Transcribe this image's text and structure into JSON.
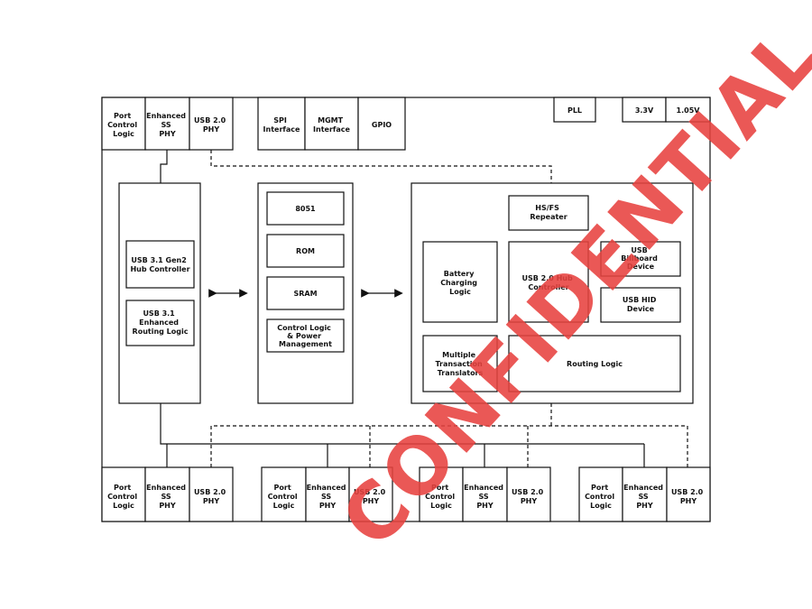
{
  "top_row": {
    "port_control_logic": [
      "Port",
      "Control",
      "Logic"
    ],
    "enhanced_ss_phy": [
      "Enhanced",
      "SS",
      "PHY"
    ],
    "usb20_phy": [
      "USB 2.0",
      "PHY"
    ],
    "spi_interface": [
      "SPI",
      "Interface"
    ],
    "mgmt_interface": [
      "MGMT",
      "Interface"
    ],
    "gpio": "GPIO",
    "pll": "PLL",
    "v33": "3.3V",
    "v105": "1.05V"
  },
  "left_block": {
    "hub_controller": [
      "USB 3.1 Gen2",
      "Hub Controller"
    ],
    "routing_logic": [
      "USB 3.1",
      "Enhanced",
      "Routing Logic"
    ]
  },
  "center_block": {
    "cpu": "8051",
    "rom": "ROM",
    "sram": "SRAM",
    "control": [
      "Control Logic",
      "& Power",
      "Management"
    ]
  },
  "right_block": {
    "repeater": [
      "HS/FS",
      "Repeater"
    ],
    "battery": [
      "Battery",
      "Charging",
      "Logic"
    ],
    "hub20": [
      "USB 2.0 Hub",
      "Controller"
    ],
    "billboard": [
      "USB",
      "Billboard",
      "Device"
    ],
    "hid": [
      "USB HID",
      "Device"
    ],
    "mtt": [
      "Multiple",
      "Transaction",
      "Translators"
    ],
    "routing": "Routing Logic"
  },
  "bottom_ports": [
    {
      "port_control_logic": [
        "Port",
        "Control",
        "Logic"
      ],
      "enhanced_ss_phy": [
        "Enhanced",
        "SS",
        "PHY"
      ],
      "usb20_phy": [
        "USB 2.0",
        "PHY"
      ]
    },
    {
      "port_control_logic": [
        "Port",
        "Control",
        "Logic"
      ],
      "enhanced_ss_phy": [
        "Enhanced",
        "SS",
        "PHY"
      ],
      "usb20_phy": [
        "USB 2.0",
        "PHY"
      ]
    },
    {
      "port_control_logic": [
        "Port",
        "Control",
        "Logic"
      ],
      "enhanced_ss_phy": [
        "Enhanced",
        "SS",
        "PHY"
      ],
      "usb20_phy": [
        "USB 2.0",
        "PHY"
      ]
    },
    {
      "port_control_logic": [
        "Port",
        "Control",
        "Logic"
      ],
      "enhanced_ss_phy": [
        "Enhanced",
        "SS",
        "PHY"
      ],
      "usb20_phy": [
        "USB 2.0",
        "PHY"
      ]
    }
  ],
  "watermark": "CONFIDENTIAL",
  "colors": {
    "watermark": "#e8423f",
    "stroke": "#111111"
  }
}
